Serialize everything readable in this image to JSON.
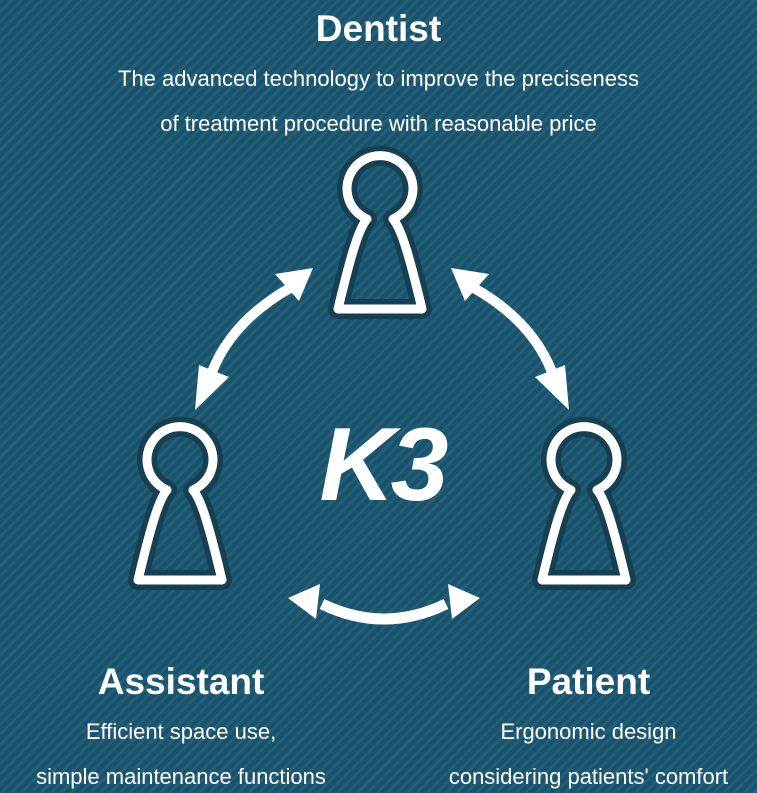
{
  "center_label": "K3",
  "colors": {
    "background": "#1f5a74",
    "foreground": "#ffffff"
  },
  "roles": {
    "dentist": {
      "title": "Dentist",
      "line1": "The advanced technology to improve the preciseness",
      "line2": "of treatment procedure with reasonable price"
    },
    "assistant": {
      "title": "Assistant",
      "line1": "Efficient space use,",
      "line2": "simple maintenance functions"
    },
    "patient": {
      "title": "Patient",
      "line1": "Ergonomic design",
      "line2": "considering patients' comfort"
    }
  }
}
